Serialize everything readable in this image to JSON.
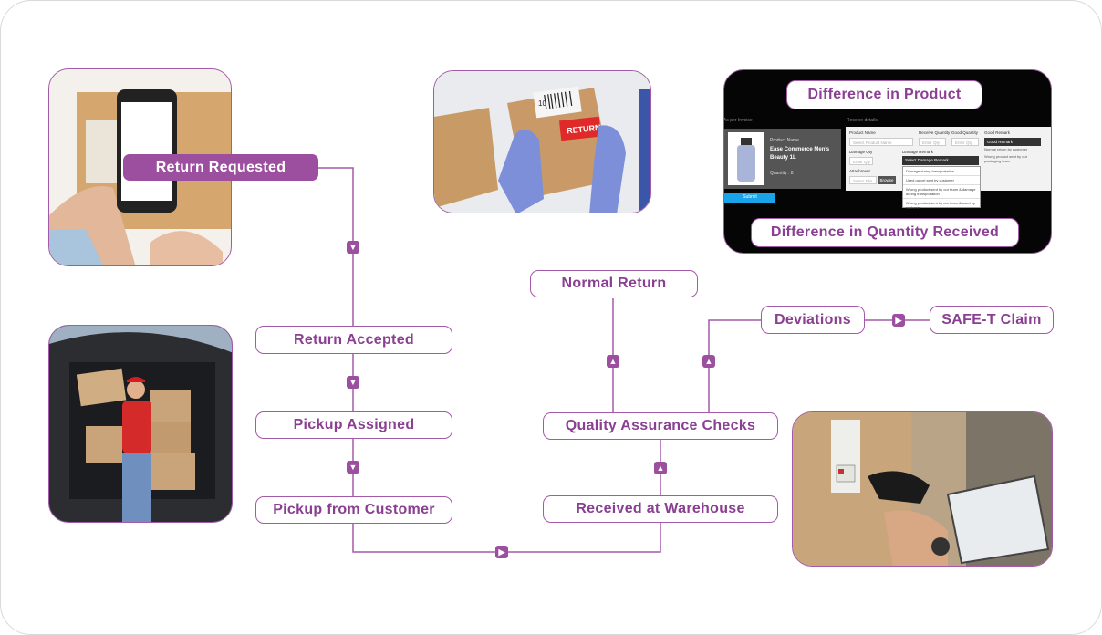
{
  "flow": {
    "return_requested": "Return Requested",
    "return_accepted": "Return Accepted",
    "pickup_assigned": "Pickup Assigned",
    "pickup_from_customer": "Pickup from Customer",
    "received_at_warehouse": "Received at Warehouse",
    "quality_assurance_checks": "Quality Assurance Checks",
    "normal_return": "Normal Return",
    "deviations": "Deviations",
    "safe_t_claim": "SAFE-T Claim"
  },
  "screenshot": {
    "difference_in_product": "Difference in Product",
    "difference_in_quantity": "Difference in Quantity Received",
    "left_header": "As per Invoice",
    "right_header": "Receive details",
    "product_name_label": "Product Name",
    "product_name": "Ease Commerce Men's Beauty 1L",
    "quantity_label": "Quantity : 8",
    "submit": "Submit",
    "col_product_name": "Product Name",
    "col_receive_qty": "Receive Quantity",
    "col_good_qty": "Good Quantity",
    "col_good_remark": "Good Remark",
    "select_product_placeholder": "Select Product Name",
    "enter_qty": "Enter Qty",
    "good_remark_value": "Good Remark",
    "good_remark_option": "Normal return by customer",
    "good_remark_option2": "Wrong product sent by our packaging team",
    "damage_qty_label": "Damage Qty",
    "damage_remark_label": "Damage Remark",
    "select_damage_remark": "Select Damage Remark",
    "damage_options": [
      "Damage during transportation",
      "Used parcel sent by customer",
      "Wrong product sent by our team & damage during transportation",
      "Wrong product sent by our team & used by customer"
    ],
    "attachment_label": "Attachment",
    "select_file": "Select File",
    "browse": "Browse"
  },
  "photo_labels": {
    "return_sticker": "RETURN",
    "label_digits": "10"
  },
  "colors": {
    "accent": "#9b4f9e",
    "accent_text": "#8a3f92",
    "line": "#a35aa8"
  }
}
